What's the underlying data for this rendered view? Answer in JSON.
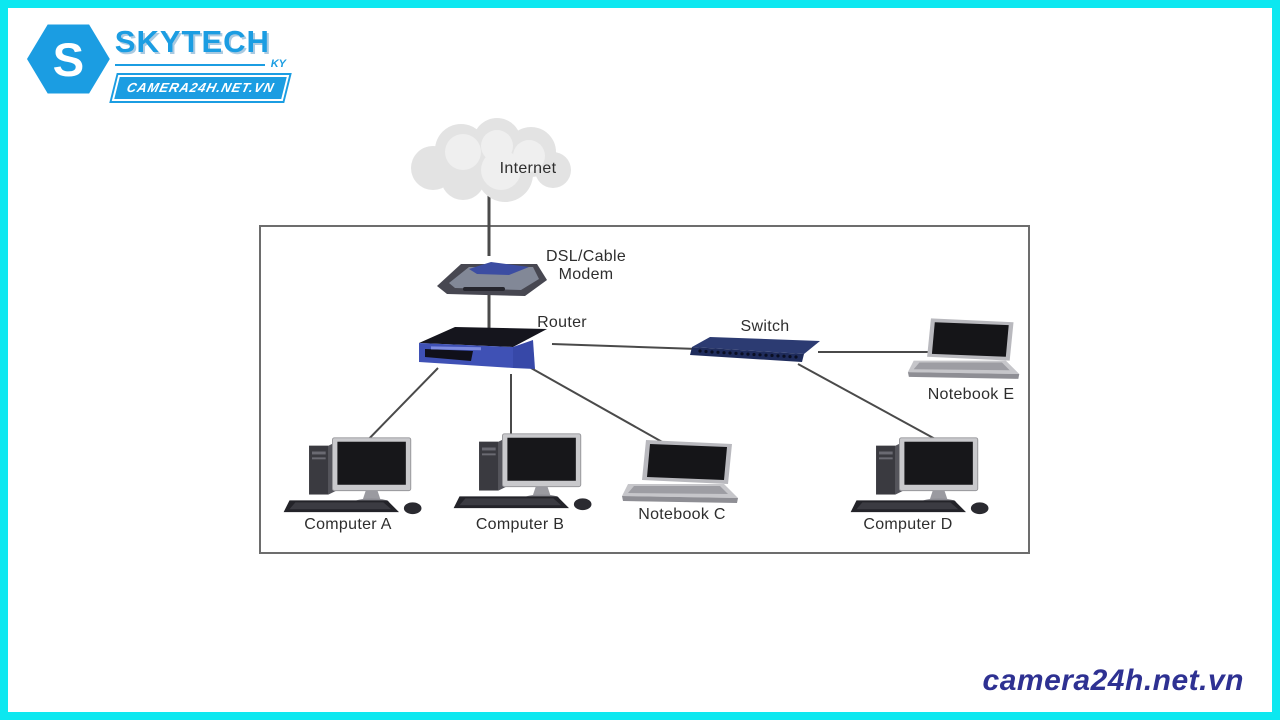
{
  "branding": {
    "logo_text": "SKYTECH",
    "logo_sub": "KY",
    "logo_badge": "CAMERA24H.NET.VN",
    "logo_color": "#1b9de2",
    "frame_border_color": "#0ce8f0",
    "watermark": "camera24h.net.vn",
    "watermark_color": "#2e3192"
  },
  "diagram": {
    "nodes": [
      {
        "id": "internet",
        "type": "cloud",
        "label": "Internet"
      },
      {
        "id": "modem",
        "type": "modem",
        "label": "DSL/Cable Modem"
      },
      {
        "id": "router",
        "type": "router",
        "label": "Router"
      },
      {
        "id": "switch",
        "type": "switch",
        "label": "Switch"
      },
      {
        "id": "notebook-e",
        "type": "laptop",
        "label": "Notebook E"
      },
      {
        "id": "computer-a",
        "type": "desktop",
        "label": "Computer A"
      },
      {
        "id": "computer-b",
        "type": "desktop",
        "label": "Computer B"
      },
      {
        "id": "notebook-c",
        "type": "laptop",
        "label": "Notebook C"
      },
      {
        "id": "computer-d",
        "type": "desktop",
        "label": "Computer D"
      }
    ],
    "edges": [
      {
        "from": "internet",
        "to": "modem"
      },
      {
        "from": "modem",
        "to": "router"
      },
      {
        "from": "router",
        "to": "switch"
      },
      {
        "from": "router",
        "to": "computer-a"
      },
      {
        "from": "router",
        "to": "computer-b"
      },
      {
        "from": "router",
        "to": "notebook-c"
      },
      {
        "from": "switch",
        "to": "notebook-e"
      },
      {
        "from": "switch",
        "to": "computer-d"
      }
    ]
  }
}
